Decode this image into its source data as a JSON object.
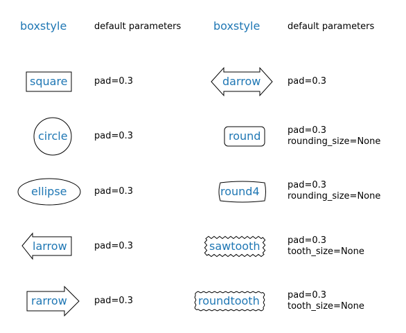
{
  "headers": {
    "left_style": "boxstyle",
    "left_params": "default parameters",
    "right_style": "boxstyle",
    "right_params": "default parameters"
  },
  "styles": [
    {
      "name": "square",
      "params": [
        "pad=0.3"
      ]
    },
    {
      "name": "circle",
      "params": [
        "pad=0.3"
      ]
    },
    {
      "name": "ellipse",
      "params": [
        "pad=0.3"
      ]
    },
    {
      "name": "larrow",
      "params": [
        "pad=0.3"
      ]
    },
    {
      "name": "rarrow",
      "params": [
        "pad=0.3"
      ]
    },
    {
      "name": "darrow",
      "params": [
        "pad=0.3"
      ]
    },
    {
      "name": "round",
      "params": [
        "pad=0.3",
        "rounding_size=None"
      ]
    },
    {
      "name": "round4",
      "params": [
        "pad=0.3",
        "rounding_size=None"
      ]
    },
    {
      "name": "sawtooth",
      "params": [
        "pad=0.3",
        "tooth_size=None"
      ]
    },
    {
      "name": "roundtooth",
      "params": [
        "pad=0.3",
        "tooth_size=None"
      ]
    }
  ],
  "colors": {
    "label": "#1f77b4",
    "text": "#000000",
    "outline": "#000000",
    "fill": "#ffffff"
  }
}
